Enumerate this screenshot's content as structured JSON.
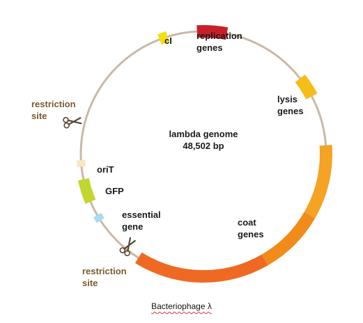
{
  "genome": {
    "name": "lambda genome",
    "size": "48,502 bp"
  },
  "labels": {
    "cI": "cI",
    "replication": [
      "replication",
      "genes"
    ],
    "lysis": [
      "lysis",
      "genes"
    ],
    "coat": [
      "coat",
      "genes"
    ],
    "oriT": "oriT",
    "gfp": "GFP",
    "essential": [
      "essential",
      "gene"
    ],
    "restriction_top": [
      "restriction",
      "site"
    ],
    "restriction_bottom": [
      "restriction",
      "site"
    ]
  },
  "colors": {
    "backbone": "#c9b9a6",
    "cI": "#f5de0f",
    "replication": "#c8202b",
    "lysis": "#f6bc18",
    "coat_light": "#f4a325",
    "coat_mid": "#f08b1c",
    "coat_dark": "#ee6a22",
    "oriT": "#fbe3c6",
    "gfp": "#c3d62f",
    "essential": "#a6dcf2",
    "scissors": "#5a4733",
    "restriction_text": "#7a5a2e"
  },
  "icons": {
    "restriction_top": "scissors-icon",
    "restriction_bottom": "scissors-icon"
  },
  "caption": "Bacteriophage λ"
}
